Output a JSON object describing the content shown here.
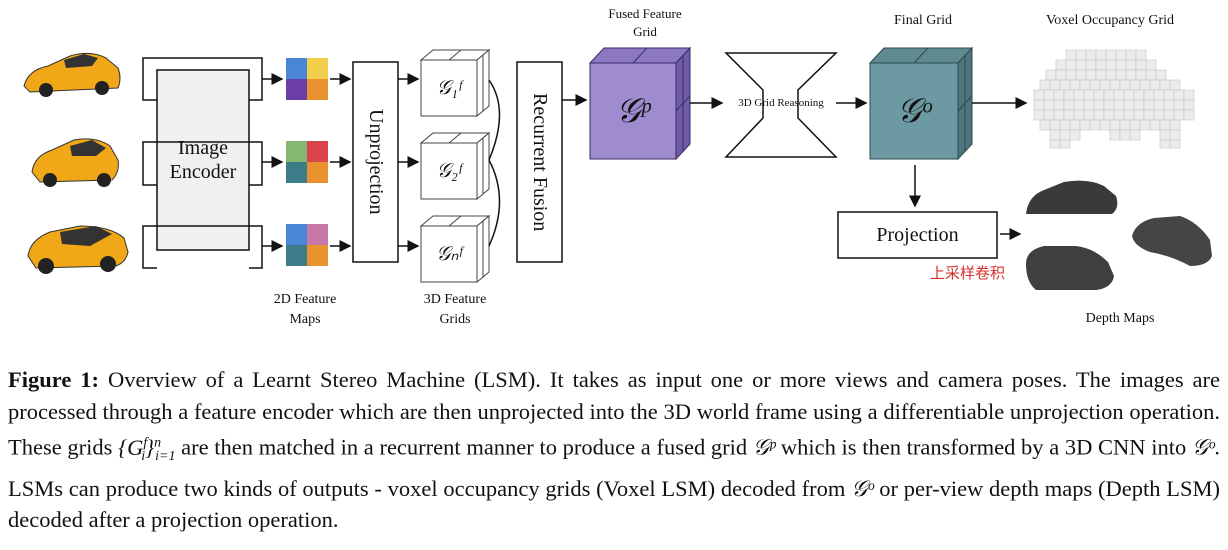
{
  "diagram": {
    "labels": {
      "image_encoder_line1": "Image",
      "image_encoder_line2": "Encoder",
      "unprojection": "Unprojection",
      "recurrent_fusion": "Recurrent Fusion",
      "feature_maps_line1": "2D Feature",
      "feature_maps_line2": "Maps",
      "feature_grids_line1": "3D Feature",
      "feature_grids_line2": "Grids",
      "fused_grid_line1": "Fused Feature",
      "fused_grid_line2": "Grid",
      "grid_reasoning": "3D Grid Reasoning",
      "final_grid": "Final Grid",
      "voxel_grid": "Voxel Occupancy Grid",
      "projection": "Projection",
      "depth_maps": "Depth Maps",
      "annotation_cn": "上采样卷积"
    },
    "cube_symbols": {
      "grid1": "𝒢₁ᶠ",
      "grid2": "𝒢₂ᶠ",
      "gridn": "𝒢ₙᶠ",
      "fused": "𝒢ᵖ",
      "final": "𝒢ᵒ"
    },
    "colors": {
      "car_body": "#f0a818",
      "feature_blue": "#4a86d8",
      "feature_yellow": "#f2cf4a",
      "feature_purple": "#6a3ea6",
      "feature_orange": "#e8912e",
      "feature_green": "#84b870",
      "feature_red": "#d9454a",
      "feature_teal": "#3c7c88",
      "feature_pink": "#c878a8",
      "fused_cube": "#9f8bd0",
      "final_cube": "#6d9aa2",
      "annotation": "#d53030"
    }
  },
  "caption": {
    "figure_label": "Figure 1:",
    "part1": " Overview of a Learnt Stereo Machine (LSM). It takes as input one or more views and camera poses. The images are processed through a feature encoder which are then unprojected into the 3D world frame using a differentiable unprojection operation. These grids ",
    "set_expr": "{G",
    "set_sup": "f",
    "set_sub": "i",
    "set_close": "}",
    "set_range_sup": "n",
    "set_range_sub": "i=1",
    "part2": " are then matched in a recurrent manner to produce a fused grid ",
    "fused_symbol": "𝒢ᵖ",
    "part3": " which is then transformed by a 3D CNN into ",
    "final_symbol": "𝒢ᵒ",
    "part4": ". LSMs can produce two kinds of outputs - voxel occupancy grids (Voxel LSM) decoded from ",
    "final_symbol2": "𝒢ᵒ",
    "part5": " or per-view depth maps (Depth LSM) decoded after a projection operation."
  }
}
